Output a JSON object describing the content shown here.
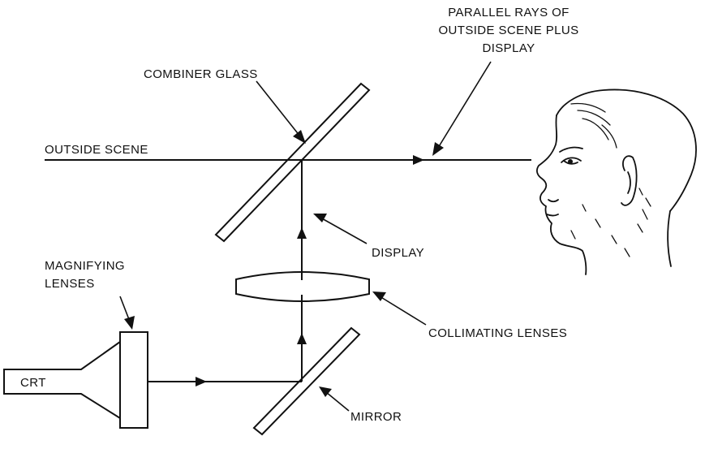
{
  "labels": {
    "parallel_rays_line1": "PARALLEL RAYS OF",
    "parallel_rays_line2": "OUTSIDE SCENE PLUS",
    "parallel_rays_line3": "DISPLAY",
    "combiner_glass": "COMBINER GLASS",
    "outside_scene": "OUTSIDE SCENE",
    "display": "DISPLAY",
    "magnifying_line1": "MAGNIFYING",
    "magnifying_line2": "LENSES",
    "collimating_lenses": "COLLIMATING LENSES",
    "crt": "CRT",
    "mirror": "MIRROR"
  }
}
